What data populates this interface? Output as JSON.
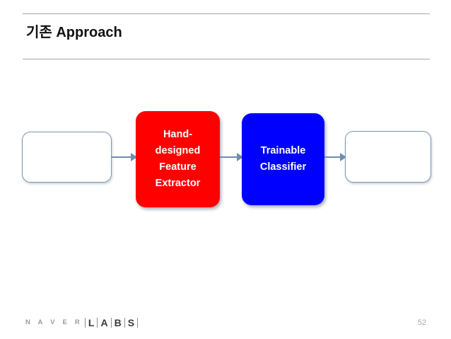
{
  "slide": {
    "title": "기존 Approach",
    "page_number": "52"
  },
  "diagram": {
    "nodes": [
      {
        "id": "input",
        "label": "",
        "fill": "#ffffff",
        "border": "#7a96b4",
        "text_color": "#000000"
      },
      {
        "id": "extractor",
        "label": "Hand-\ndesigned\nFeature\nExtractor",
        "fill": "#ff0000",
        "border": "#ff0000",
        "text_color": "#ffffff"
      },
      {
        "id": "classifier",
        "label": "Trainable\nClassifier",
        "fill": "#0000ff",
        "border": "#0000ff",
        "text_color": "#ffffff"
      },
      {
        "id": "output",
        "label": "",
        "fill": "#ffffff",
        "border": "#7a96b4",
        "text_color": "#000000"
      }
    ],
    "arrows": [
      {
        "id": "arrow-1",
        "from": "input",
        "to": "extractor",
        "color": "#6f8eb0"
      },
      {
        "id": "arrow-2",
        "from": "extractor",
        "to": "classifier",
        "color": "#6f8eb0"
      },
      {
        "id": "arrow-3",
        "from": "classifier",
        "to": "output",
        "color": "#6f8eb0"
      }
    ]
  },
  "footer": {
    "brand_primary": "N A V E R",
    "brand_letters": [
      "L",
      "A",
      "B",
      "S"
    ]
  },
  "colors": {
    "rule": "#a6a6a6",
    "title": "#111111",
    "accent_red": "#ff0000",
    "accent_blue": "#0000ff",
    "arrow": "#6f8eb0",
    "page_number": "#a8a8a8"
  }
}
